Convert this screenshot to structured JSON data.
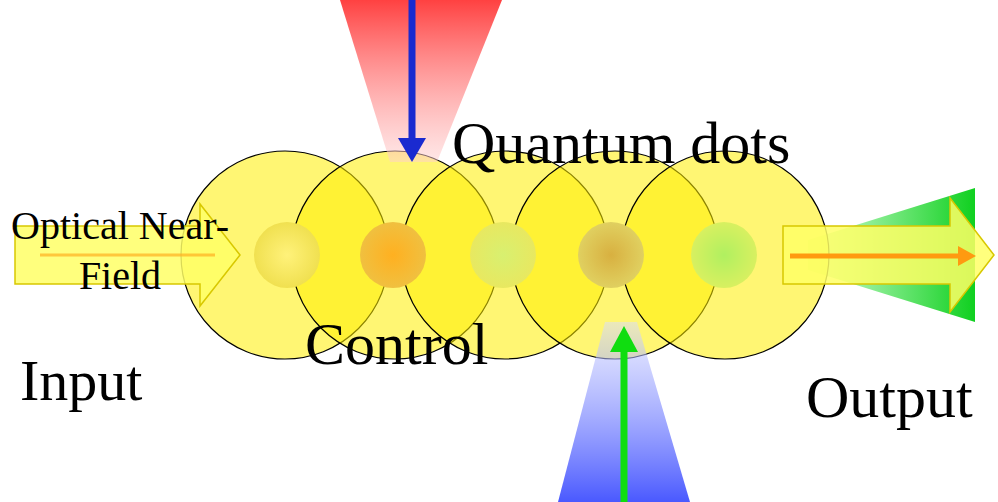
{
  "diagram": {
    "labels": [
      "Optical Near-Field",
      "Quantum dots",
      "Control",
      "Input",
      "Output"
    ]
  }
}
